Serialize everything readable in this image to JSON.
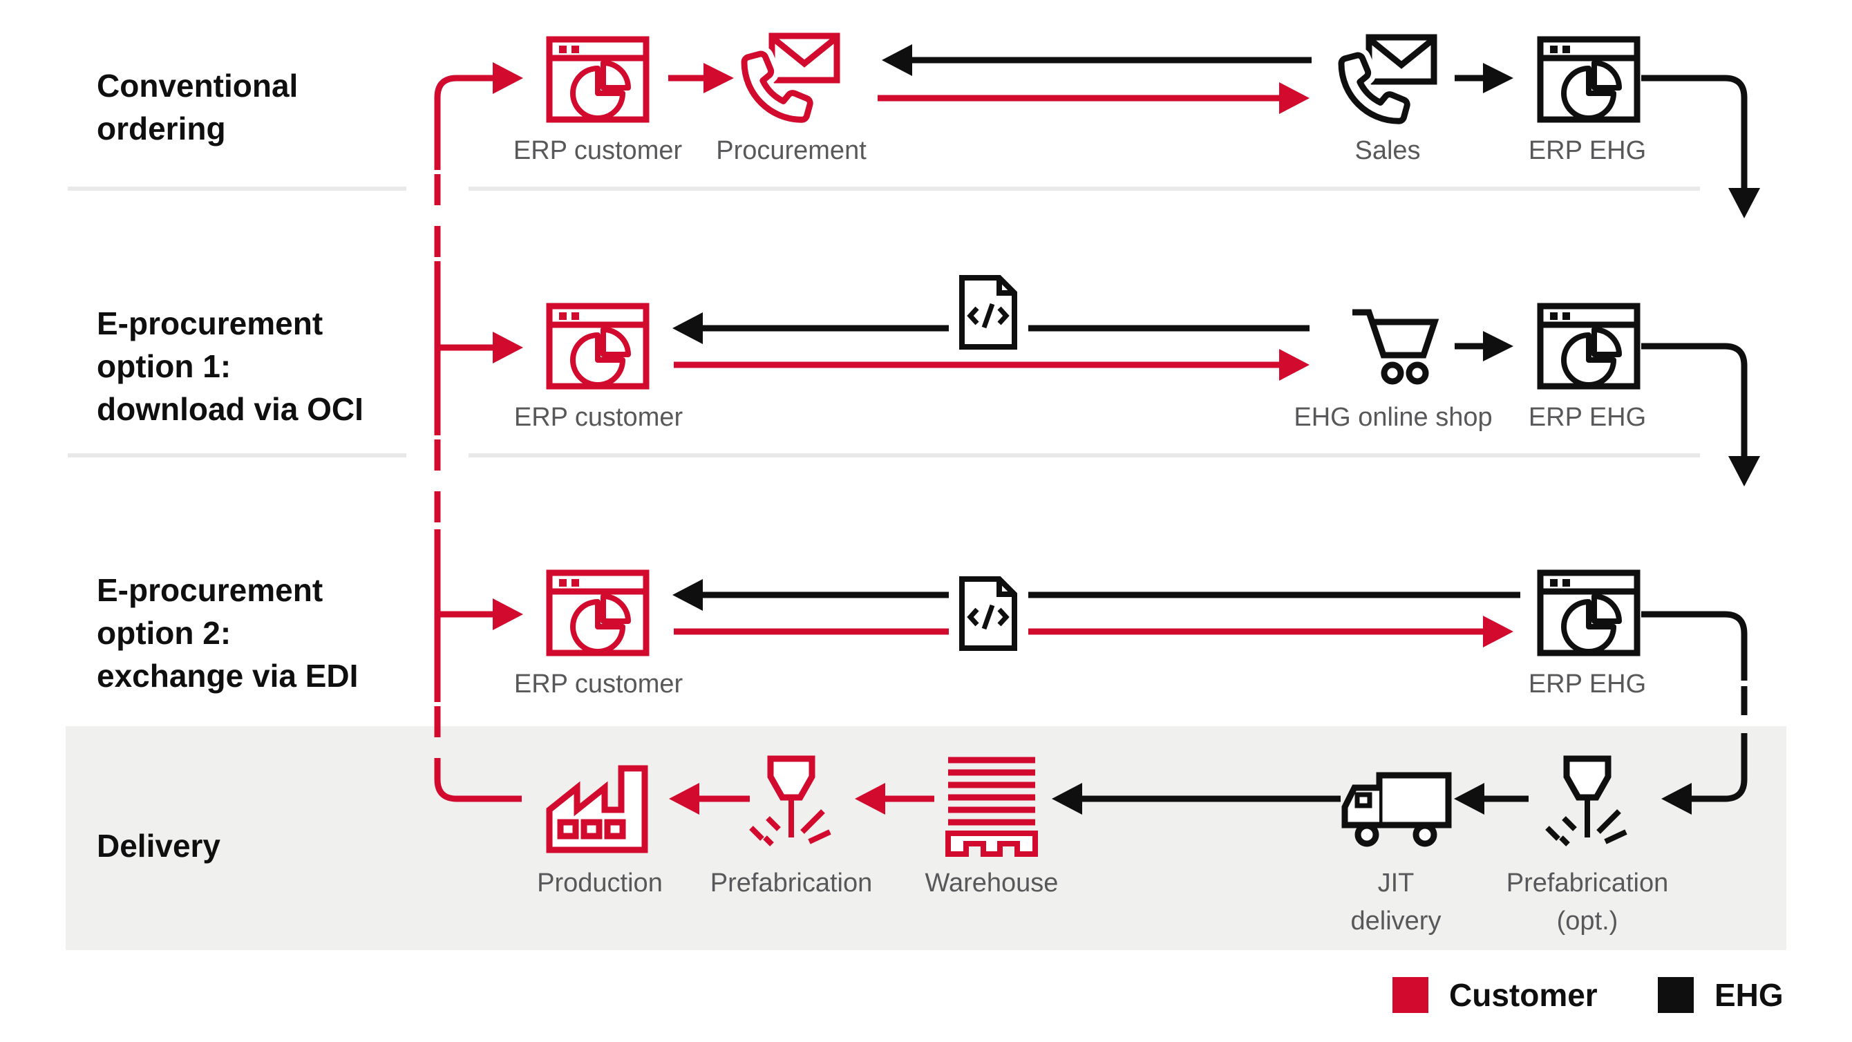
{
  "palette": {
    "customer_red": "#d20a2e",
    "ehg_black": "#0f0f0f",
    "label_gray": "#58585a",
    "delivery_band_gray": "#f0f0ef",
    "separator_gray": "#e9e9e9"
  },
  "rows": [
    {
      "title": [
        "Conventional",
        "ordering"
      ],
      "nodes": {
        "erp_customer": "ERP customer",
        "procurement": "Procurement",
        "sales": "Sales",
        "erp_ehg": "ERP EHG"
      }
    },
    {
      "title": [
        "E-procurement",
        "option 1:",
        "download via OCI"
      ],
      "nodes": {
        "erp_customer": "ERP customer",
        "shop": "EHG online shop",
        "erp_ehg": "ERP EHG"
      }
    },
    {
      "title": [
        "E-procurement",
        "option 2:",
        "exchange via EDI"
      ],
      "nodes": {
        "erp_customer": "ERP customer",
        "erp_ehg": "ERP EHG"
      }
    },
    {
      "title": [
        "Delivery"
      ],
      "nodes": {
        "production": "Production",
        "prefabrication": "Prefabrication",
        "warehouse": "Warehouse",
        "jit": [
          "JIT",
          "delivery"
        ],
        "prefab_opt": [
          "Prefabrication",
          "(opt.)"
        ]
      }
    }
  ],
  "legend": {
    "customer": "Customer",
    "ehg": "EHG"
  }
}
